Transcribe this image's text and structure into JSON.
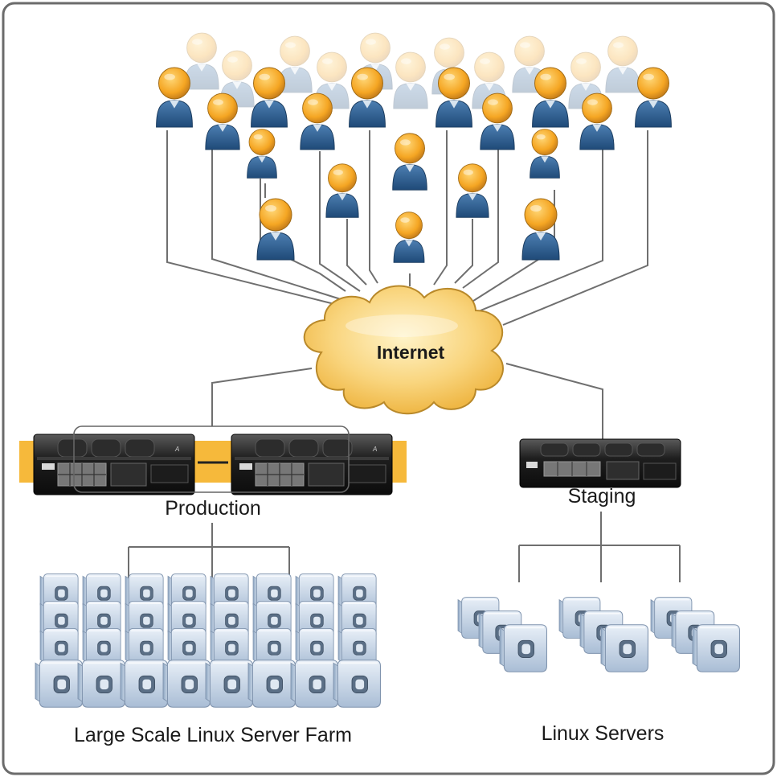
{
  "labels": {
    "internet": "Internet",
    "production": "Production",
    "staging": "Staging",
    "farm": "Large Scale Linux Server Farm",
    "linux_servers": "Linux Servers"
  },
  "icons": {
    "user": "user-icon",
    "cloud": "cloud-icon",
    "appliance": "network-appliance-icon",
    "server": "server-icon"
  },
  "colors": {
    "frame": "#6b6b6b",
    "line": "#6f6f6f",
    "cloud_fill": "#f7c45a",
    "production_band": "#f6b93b",
    "user_head": "#f5a623",
    "user_body": "#2f5f8f",
    "server": "#b7c9de"
  }
}
